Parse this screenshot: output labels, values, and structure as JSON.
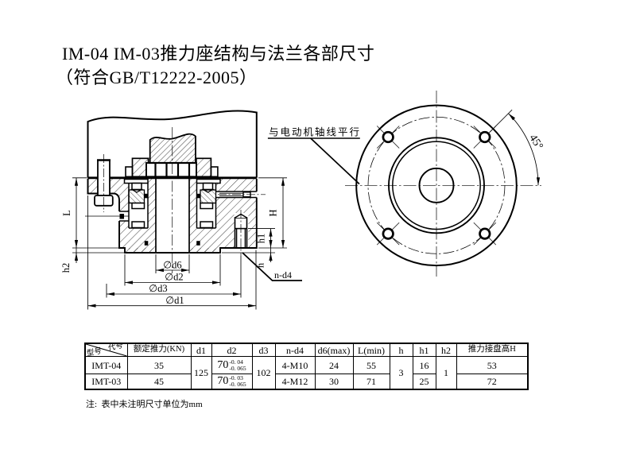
{
  "title": {
    "line1": "IM-04 IM-03推力座结构与法兰各部尺寸",
    "line2": "（符合GB/T12222-2005）"
  },
  "drawing": {
    "dim_labels": {
      "L": "L",
      "h2": "h2",
      "H": "H",
      "h1": "h1",
      "h": "h",
      "d6": "∅d6",
      "d2": "∅d2",
      "d3": "∅d3",
      "d1": "∅d1",
      "n_d4": "n-d4"
    },
    "flange": {
      "parallel_note": "与电动机轴线平行",
      "angle": "45°"
    }
  },
  "table": {
    "header": {
      "corner_top": "代号",
      "corner_bottom": "型号",
      "rated_thrust": "额定推力(KN)",
      "d1": "d1",
      "d2": "d2",
      "d3": "d3",
      "n_d4": "n-d4",
      "d6": "d6(max)",
      "L": "L(min)",
      "h": "h",
      "h1": "h1",
      "h2": "h2",
      "H": "推力接盘高H"
    },
    "rows": [
      {
        "model": "IMT-04",
        "thrust": "35",
        "d2_base": "70",
        "d2_sup": "-0. 04",
        "d2_sub": "-0. 065",
        "n_d4": "4-M10",
        "d6": "24",
        "L": "55",
        "h1": "16",
        "H": "53"
      },
      {
        "model": "IMT-03",
        "thrust": "45",
        "d2_base": "70",
        "d2_sup": "-0. 03",
        "d2_sub": "-0. 065",
        "n_d4": "4-M12",
        "d6": "30",
        "L": "71",
        "h1": "25",
        "H": "72"
      }
    ],
    "merged": {
      "d1": "125",
      "d3": "102",
      "h": "3",
      "h2": "1"
    }
  },
  "note": "注:  表中未注明尺寸单位为mm"
}
